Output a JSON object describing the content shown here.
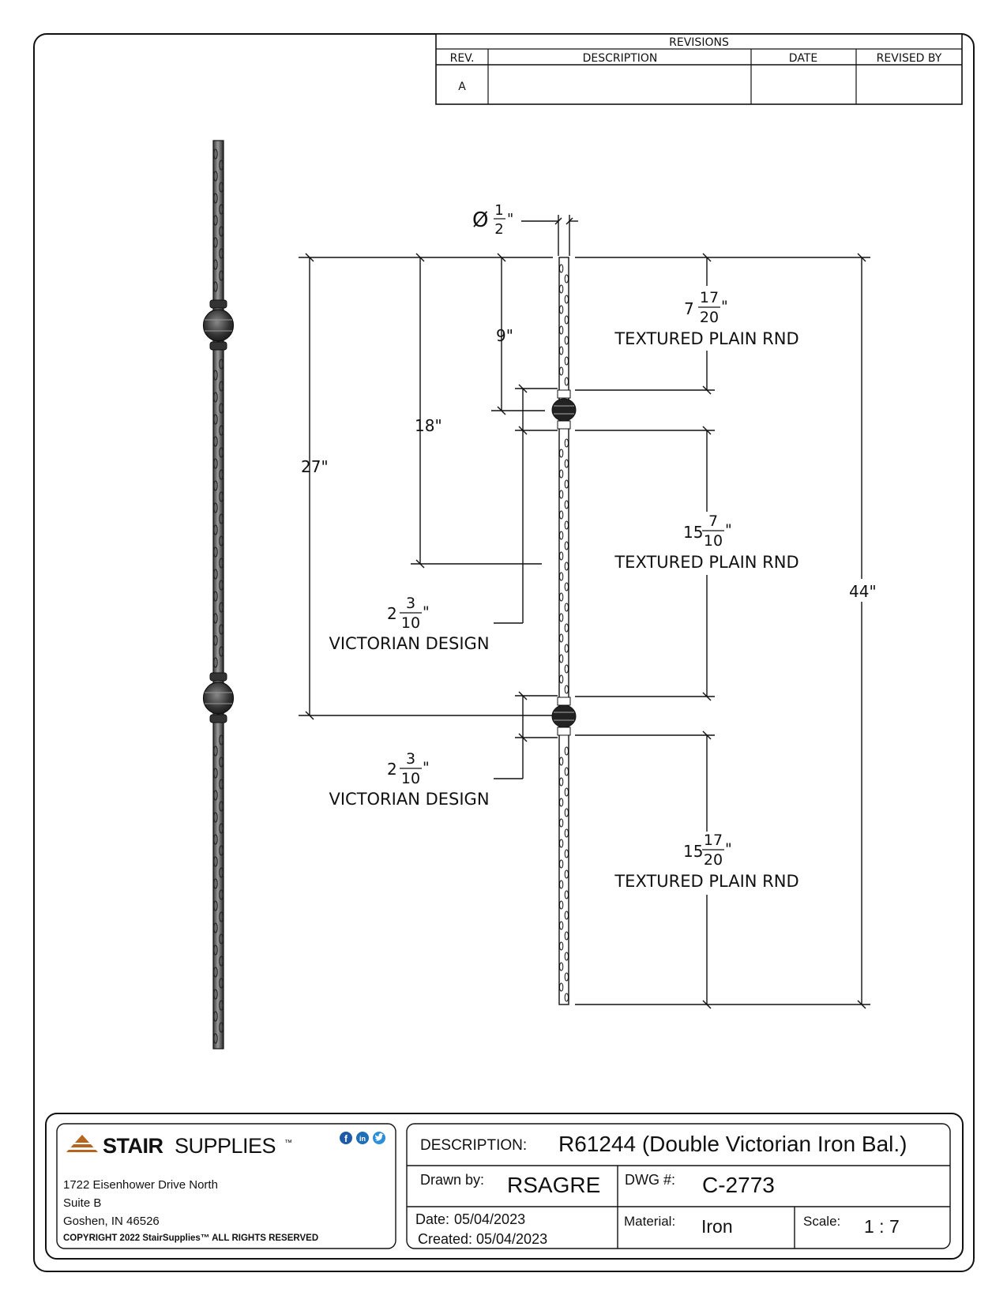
{
  "revisions": {
    "title": "REVISIONS",
    "columns": [
      "REV.",
      "DESCRIPTION",
      "DATE",
      "REVISED BY"
    ],
    "rows": [
      {
        "rev": "A",
        "description": "",
        "date": "",
        "revised_by": ""
      }
    ]
  },
  "drawing": {
    "diameter": {
      "symbol": "Ø",
      "num": "1",
      "den": "2",
      "unit": "\""
    },
    "dim_9": "9\"",
    "dim_18": "18\"",
    "dim_27": "27\"",
    "dim_44": "44\"",
    "seg1": {
      "whole": "7",
      "num": "17",
      "den": "20",
      "unit": "\"",
      "label": "TEXTURED PLAIN RND"
    },
    "seg2": {
      "whole": "15",
      "num": "7",
      "den": "10",
      "unit": "\"",
      "label": "TEXTURED PLAIN RND"
    },
    "seg3": {
      "whole": "15",
      "num": "17",
      "den": "20",
      "unit": "\"",
      "label": "TEXTURED PLAIN RND"
    },
    "vic1": {
      "whole": "2",
      "num": "3",
      "den": "10",
      "unit": "\"",
      "label": "VICTORIAN DESIGN"
    },
    "vic2": {
      "whole": "2",
      "num": "3",
      "den": "10",
      "unit": "\"",
      "label": "VICTORIAN DESIGN"
    }
  },
  "company": {
    "brand_bold": "STAIR",
    "brand_light": "SUPPLIES",
    "trademark": "™",
    "social_icons": [
      "facebook-icon",
      "linkedin-icon",
      "twitter-icon"
    ],
    "address_line1": "1722 Eisenhower Drive North",
    "address_line2": "Suite B",
    "address_line3": "Goshen, IN 46526",
    "copyright": "COPYRIGHT 2022 StairSupplies™ ALL RIGHTS RESERVED",
    "logo_color": "#b5651d"
  },
  "title_block": {
    "description_label": "DESCRIPTION:",
    "description_value": "R61244 (Double Victorian Iron Bal.)",
    "drawn_by_label": "Drawn by:",
    "drawn_by_value": "RSAGRE",
    "dwg_label": "DWG #:",
    "dwg_value": "C-2773",
    "date_label": "Date:",
    "date_value": "05/04/2023",
    "created_label": "Created:",
    "created_value": "05/04/2023",
    "material_label": "Material:",
    "material_value": "Iron",
    "scale_label": "Scale:",
    "scale_value": "1 : 7"
  }
}
